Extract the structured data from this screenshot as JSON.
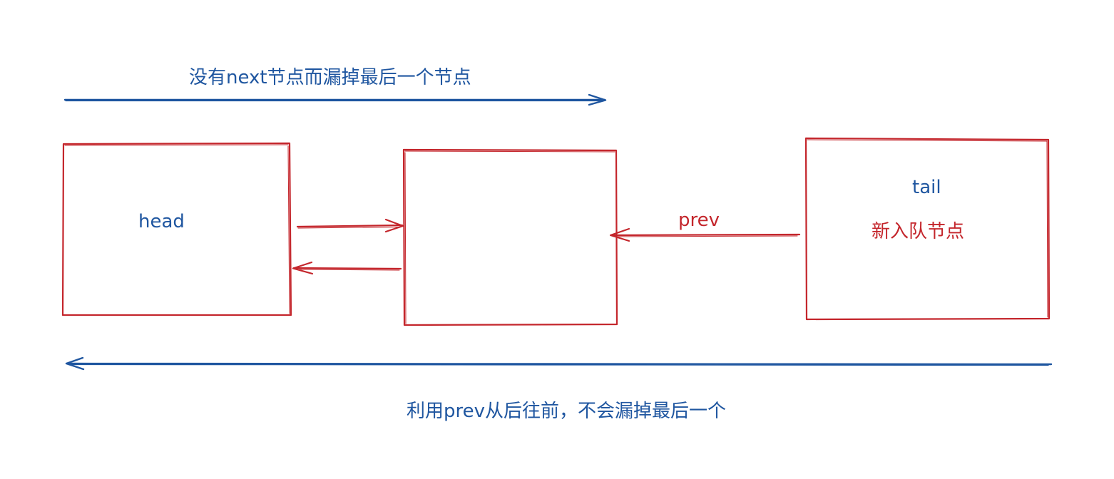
{
  "captions": {
    "top": "没有next节点而漏掉最后一个节点",
    "bottom": "利用prev从后往前，不会漏掉最后一个"
  },
  "nodes": {
    "head": "head",
    "tail": "tail",
    "new_node": "新入队节点"
  },
  "edges": {
    "prev": "prev"
  },
  "colors": {
    "blue": "#1f56a0",
    "red": "#c4262c"
  }
}
